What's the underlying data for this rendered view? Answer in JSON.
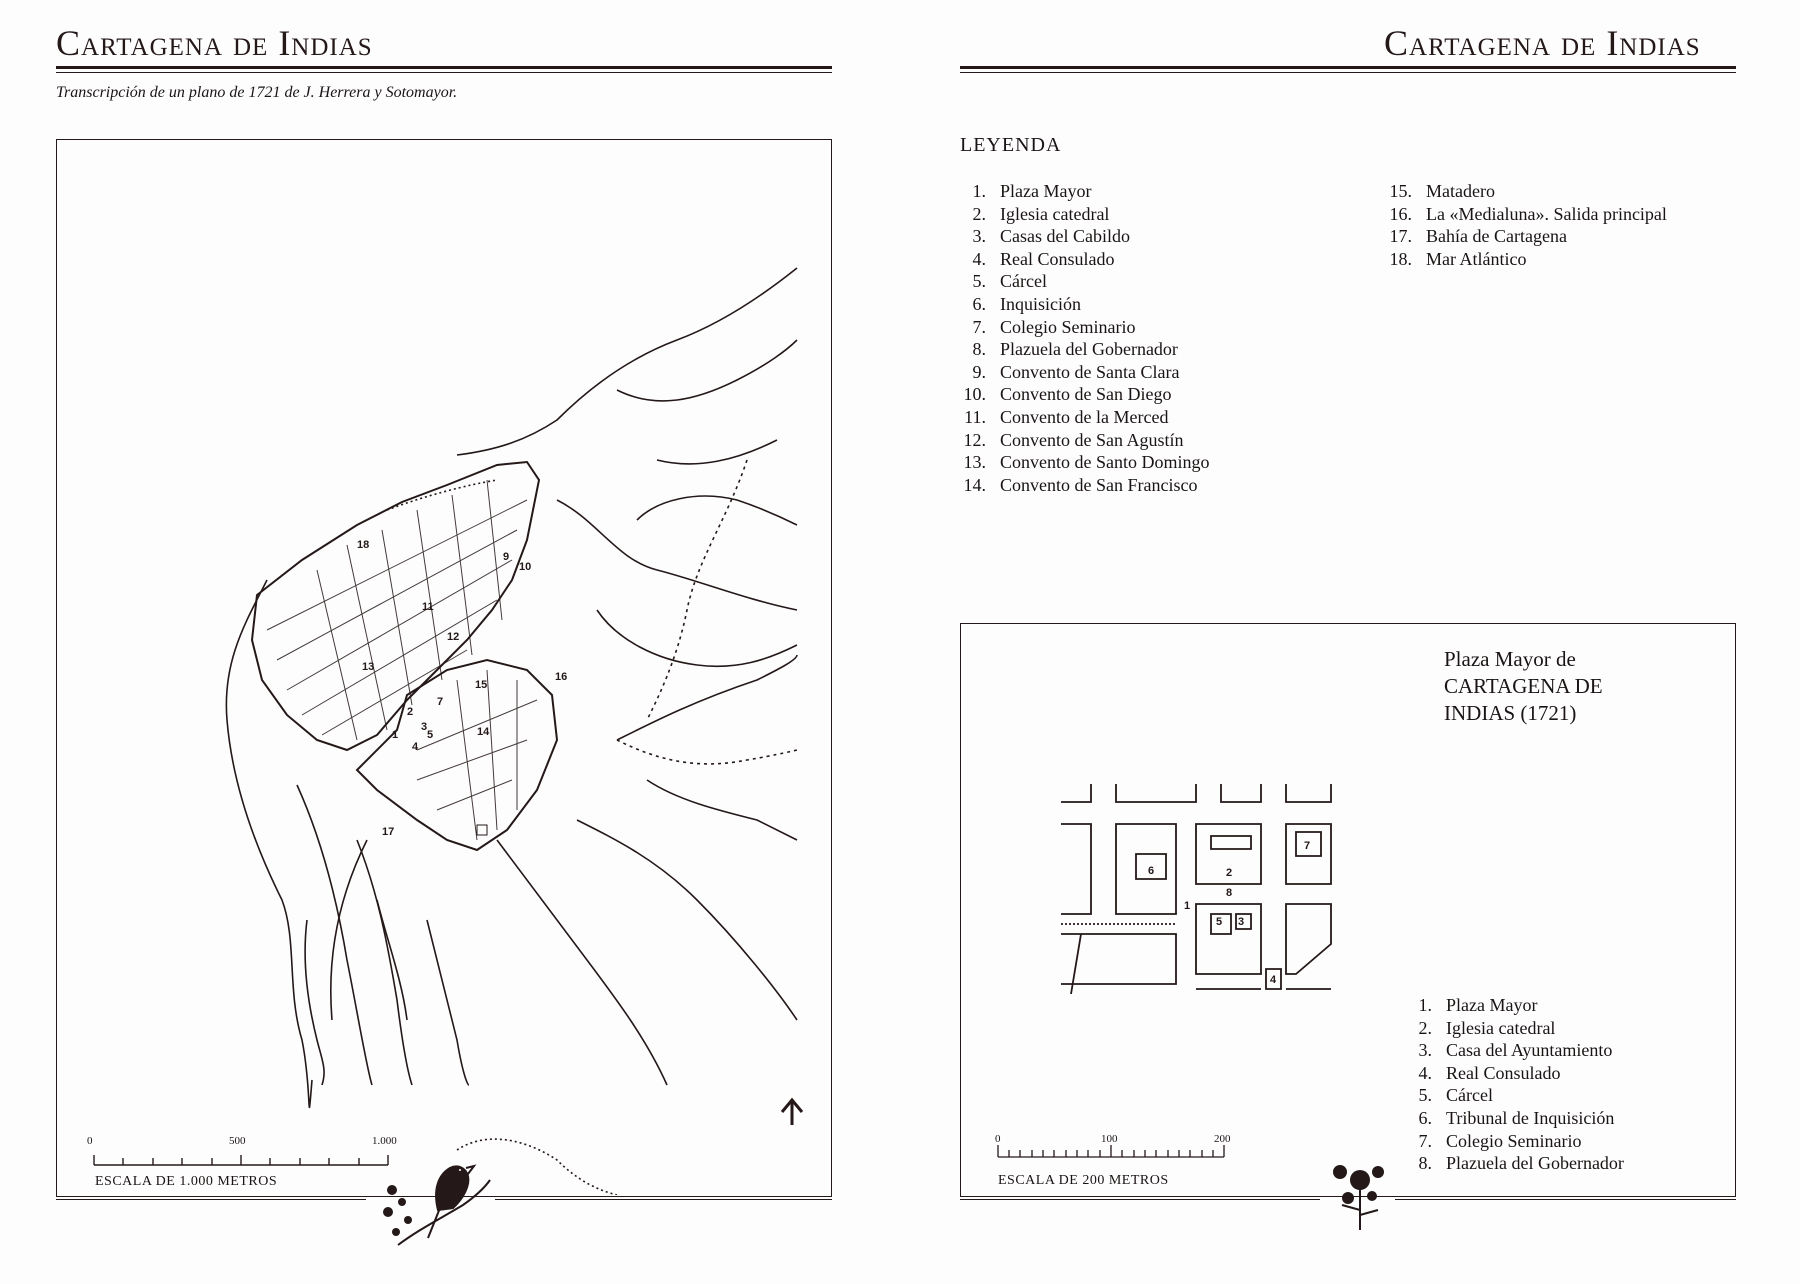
{
  "left_page": {
    "header_title": "Cartagena de Indias",
    "subtitle": "Transcripción de un plano de 1721 de J. Herrera y Sotomayor.",
    "map_labels": [
      "1",
      "2",
      "3",
      "4",
      "5",
      "7",
      "9",
      "10",
      "11",
      "12",
      "13",
      "14",
      "15",
      "16",
      "17",
      "18"
    ],
    "scale": {
      "ticks": [
        "0",
        "500",
        "1.000"
      ],
      "label": "ESCALA DE 1.000 METROS"
    }
  },
  "right_page": {
    "header_title": "Cartagena de Indias",
    "legend_heading": "LEYENDA",
    "legend_col1": [
      {
        "n": "1.",
        "t": "Plaza Mayor"
      },
      {
        "n": "2.",
        "t": "Iglesia catedral"
      },
      {
        "n": "3.",
        "t": "Casas del Cabildo"
      },
      {
        "n": "4.",
        "t": "Real Consulado"
      },
      {
        "n": "5.",
        "t": "Cárcel"
      },
      {
        "n": "6.",
        "t": "Inquisición"
      },
      {
        "n": "7.",
        "t": "Colegio Seminario"
      },
      {
        "n": "8.",
        "t": "Plazuela del Gobernador"
      },
      {
        "n": "9.",
        "t": "Convento de Santa Clara"
      },
      {
        "n": "10.",
        "t": "Convento de San Diego"
      },
      {
        "n": "11.",
        "t": "Convento de la Merced"
      },
      {
        "n": "12.",
        "t": "Convento de San Agustín"
      },
      {
        "n": "13.",
        "t": "Convento de Santo Domingo"
      },
      {
        "n": "14.",
        "t": "Convento de San Francisco"
      }
    ],
    "legend_col2": [
      {
        "n": "15.",
        "t": "Matadero"
      },
      {
        "n": "16.",
        "t": "La «Medialuna». Salida principal"
      },
      {
        "n": "17.",
        "t": "Bahía de Cartagena"
      },
      {
        "n": "18.",
        "t": "Mar Atlántico"
      }
    ],
    "inset": {
      "title_line1": "Plaza Mayor de",
      "title_line2": "CARTAGENA DE",
      "title_line3": "INDIAS (1721)",
      "map_labels": [
        "1",
        "2",
        "3",
        "4",
        "5",
        "6",
        "7",
        "8"
      ],
      "legend": [
        {
          "n": "1.",
          "t": "Plaza Mayor"
        },
        {
          "n": "2.",
          "t": "Iglesia catedral"
        },
        {
          "n": "3.",
          "t": "Casa del Ayuntamiento"
        },
        {
          "n": "4.",
          "t": "Real Consulado"
        },
        {
          "n": "5.",
          "t": "Cárcel"
        },
        {
          "n": "6.",
          "t": "Tribunal de Inquisición"
        },
        {
          "n": "7.",
          "t": "Colegio Seminario"
        },
        {
          "n": "8.",
          "t": "Plazuela del Gobernador"
        }
      ],
      "scale": {
        "ticks": [
          "0",
          "100",
          "200"
        ],
        "label": "ESCALA DE 200 METROS"
      }
    }
  },
  "colors": {
    "ink": "#241818",
    "paper": "#fdfdfd"
  },
  "icons": [
    "bird-ornament-icon",
    "flower-ornament-icon",
    "north-arrow-icon"
  ]
}
